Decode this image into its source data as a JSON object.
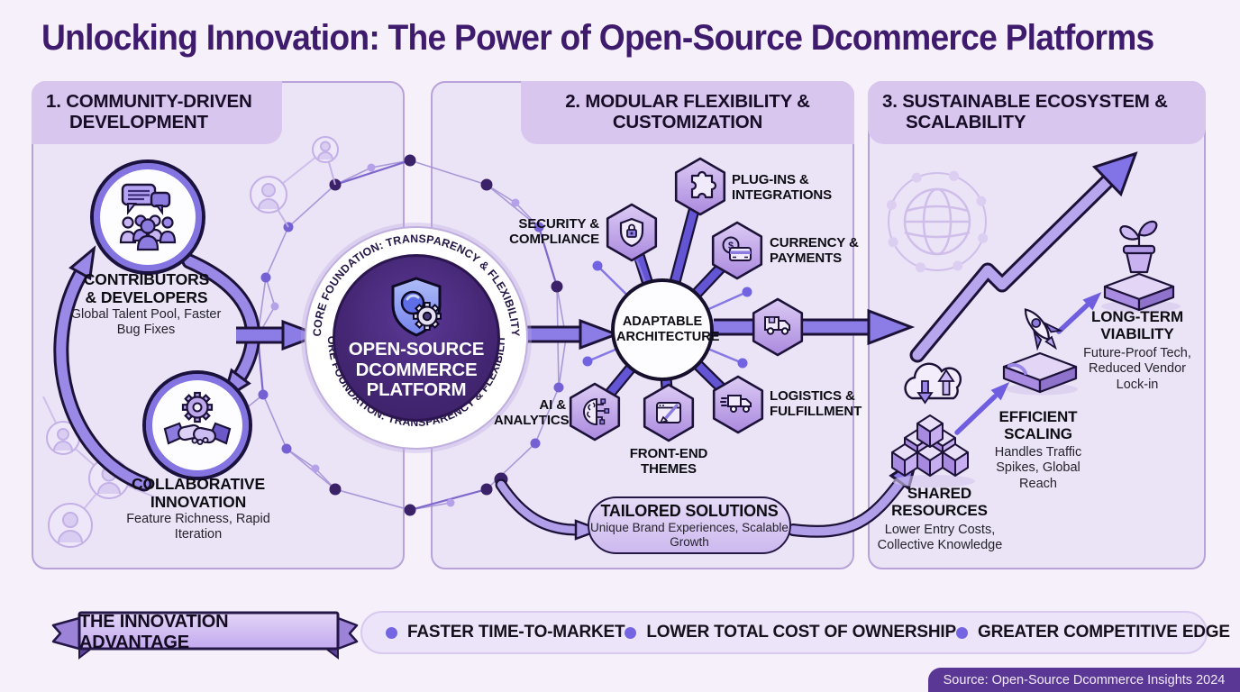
{
  "title": "Unlocking Innovation: The Power of Open-Source Dcommerce Platforms",
  "center": {
    "ring_text": "CORE FOUNDATION: TRANSPARENCY & FLEXIBILITY",
    "platform_label": "OPEN-SOURCE DCOMMERCE PLATFORM"
  },
  "panel1": {
    "heading": "1. COMMUNITY-DRIVEN DEVELOPMENT",
    "node1": {
      "label": "CONTRIBUTORS & DEVELOPERS",
      "sub": "Global Talent Pool, Faster Bug Fixes"
    },
    "node2": {
      "label": "COLLABORATIVE INNOVATION",
      "sub": "Feature Richness, Rapid Iteration"
    }
  },
  "panel2": {
    "heading": "2. MODULAR FLEXIBILITY & CUSTOMIZATION",
    "hub_label": "ADAPTABLE ARCHITECTURE",
    "satellites": [
      {
        "label": "PLUG-INS & INTEGRATIONS"
      },
      {
        "label": "SECURITY & COMPLIANCE"
      },
      {
        "label": "CURRENCY & PAYMENTS"
      },
      {
        "label": "LOGISTICS & FULFILLMENT"
      },
      {
        "label": "FRONT-END THEMES"
      },
      {
        "label": "AI & ANALYTICS"
      }
    ],
    "tailored": {
      "label": "TAILORED SOLUTIONS",
      "sub": "Unique Brand Experiences, Scalable Growth"
    }
  },
  "panel3": {
    "heading": "3. SUSTAINABLE ECOSYSTEM & SCALABILITY",
    "items": [
      {
        "label": "SHARED RESOURCES",
        "sub": "Lower Entry Costs, Collective Knowledge"
      },
      {
        "label": "EFFICIENT SCALING",
        "sub": "Handles Traffic Spikes, Global Reach"
      },
      {
        "label": "LONG-TERM VIABILITY",
        "sub": "Future-Proof Tech, Reduced Vendor Lock-in"
      }
    ]
  },
  "banner": {
    "ribbon_label": "THE INNOVATION ADVANTAGE",
    "bullets": [
      "FASTER TIME-TO-MARKET",
      "LOWER TOTAL COST OF OWNERSHIP",
      "GREATER COMPETITIVE EDGE"
    ]
  },
  "source": "Source: Open-Source Dcommerce Insights 2024",
  "colors": {
    "accent_dark": "#3e1b6c",
    "panel_fill": "#ebe3f6",
    "header_fill": "#d9c6ef",
    "hex_fill": "#c3a7ea",
    "arrow": "#8b7ce6",
    "outline": "#1c1238",
    "bullet_dot": "#7466e2",
    "source_bg": "#5a3795"
  }
}
